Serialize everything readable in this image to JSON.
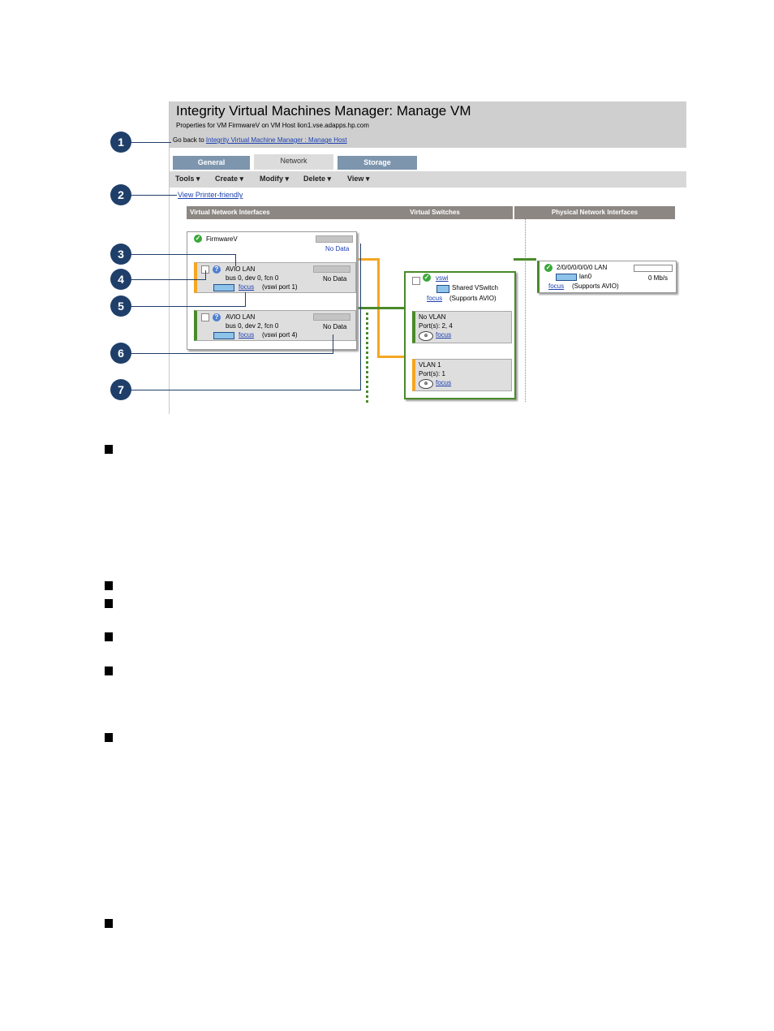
{
  "header": {
    "title": "Integrity Virtual Machines Manager: Manage VM",
    "subtitle": "Properties for VM FirmwareV on VM Host lion1.vse.adapps.hp.com",
    "goback_prefix": "Go back to",
    "goback_link": "Integrity Virtual Machine Manager : Manage Host"
  },
  "tabs": [
    {
      "label": "General",
      "active": false
    },
    {
      "label": "Network",
      "active": true
    },
    {
      "label": "Storage",
      "active": false
    }
  ],
  "menus": [
    "Tools",
    "Create",
    "Modify",
    "Delete",
    "View"
  ],
  "printer_link": "View Printer-friendly",
  "columns": [
    "Virtual Network Interfaces",
    "Virtual Switches",
    "Physical Network Interfaces"
  ],
  "vm": {
    "name": "FirmwareV",
    "status": "No Data",
    "nics": [
      {
        "type": "AVIO LAN",
        "addr": "bus 0, dev 0, fcn 0",
        "focus": "focus",
        "port": "(vswi port 1)",
        "status": "No Data",
        "color": "#f5a623"
      },
      {
        "type": "AVIO LAN",
        "addr": "bus 0, dev 2, fcn 0",
        "focus": "focus",
        "port": "(vswi port 4)",
        "status": "No Data",
        "color": "#4a8a2a"
      }
    ]
  },
  "vswitch": {
    "name": "vswi",
    "kind": "Shared VSwitch",
    "focus": "focus",
    "support": "(Supports AVIO)",
    "vlans": [
      {
        "name": "No VLAN",
        "ports": "Port(s): 2, 4",
        "focus": "focus",
        "color": "#4a8a2a"
      },
      {
        "name": "VLAN 1",
        "ports": "Port(s): 1",
        "focus": "focus",
        "color": "#f5a623"
      }
    ]
  },
  "pnic": {
    "name": "2/0/0/0/0/0/0 LAN",
    "dev": "lan0",
    "speed": "0 Mb/s",
    "focus": "focus",
    "support": "(Supports AVIO)"
  },
  "callouts": [
    "1",
    "2",
    "3",
    "4",
    "5",
    "6",
    "7"
  ],
  "colors": {
    "orange": "#f5a623",
    "green": "#4a8a2a",
    "callout": "#1f3f6a"
  }
}
